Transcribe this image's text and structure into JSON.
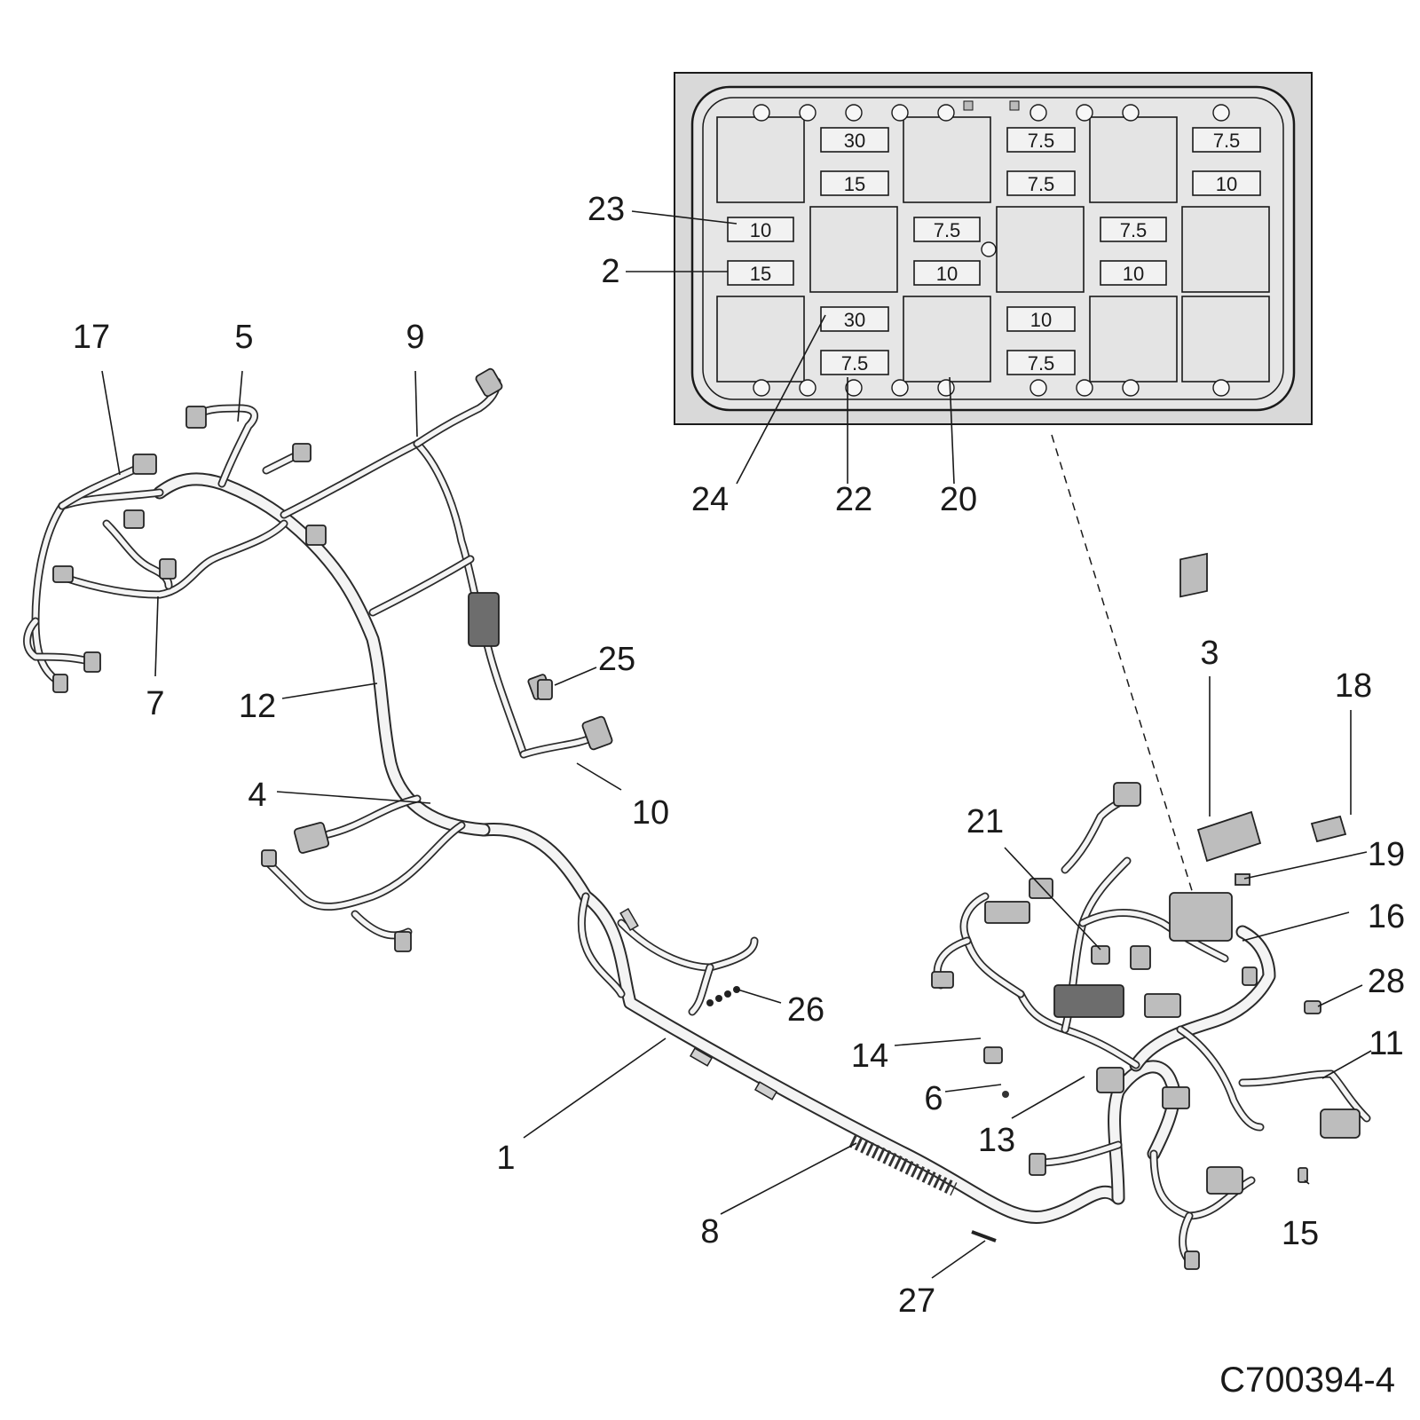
{
  "drawing_number": "C700394-4",
  "callouts": {
    "c1": "1",
    "c2": "2",
    "c3": "3",
    "c4": "4",
    "c5": "5",
    "c6": "6",
    "c7": "7",
    "c8": "8",
    "c9": "9",
    "c10": "10",
    "c11": "11",
    "c12": "12",
    "c13": "13",
    "c14": "14",
    "c15": "15",
    "c16": "16",
    "c17": "17",
    "c18": "18",
    "c19": "19",
    "c20": "20",
    "c21": "21",
    "c22": "22",
    "c23": "23",
    "c24": "24",
    "c25": "25",
    "c26": "26",
    "c27": "27",
    "c28": "28"
  },
  "fuse_box": {
    "fuses": {
      "f_r1_a": "30",
      "f_r1_b": "7.5",
      "f_r1_c": "7.5",
      "f_r2_a": "15",
      "f_r2_b": "7.5",
      "f_r2_c": "10",
      "f_r3_a": "10",
      "f_r3_b": "7.5",
      "f_r3_c": "7.5",
      "f_r4_a": "15",
      "f_r4_b": "10",
      "f_r4_c": "10",
      "f_r5_a": "30",
      "f_r5_b": "10",
      "f_r6_a": "7.5",
      "f_r6_b": "7.5"
    }
  }
}
